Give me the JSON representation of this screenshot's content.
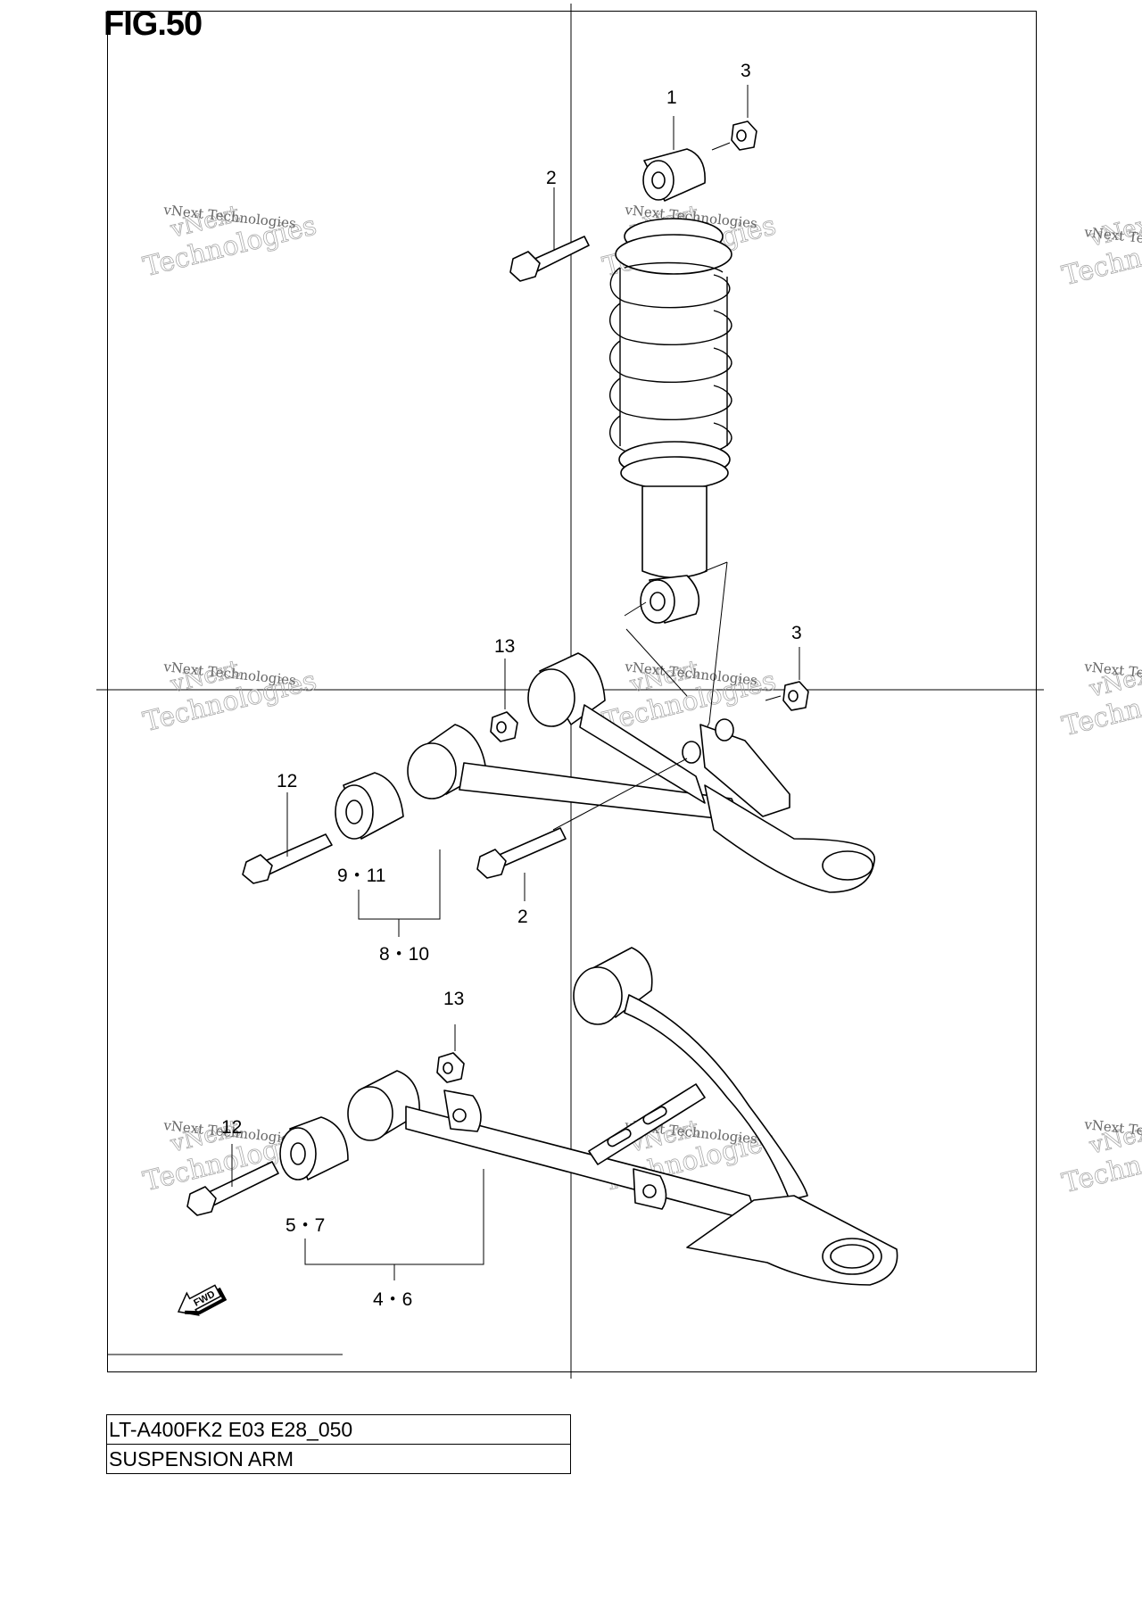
{
  "figure": {
    "title": "FIG.50"
  },
  "callouts": {
    "c1": "1",
    "c2a": "2",
    "c2b": "2",
    "c3a": "3",
    "c3b": "3",
    "c13a": "13",
    "c13b": "13",
    "c12a": "12",
    "c12b": "12",
    "c9_11": "9・11",
    "c8_10": "8・10",
    "c5_7": "5・7",
    "c4_6": "4・6"
  },
  "fwd_label": "FWD",
  "watermark": {
    "line1": "vNext",
    "line2": "Technologies",
    "small": "vNext Technologies"
  },
  "info": {
    "model_code": "LT-A400FK2 E03 E28_050",
    "section": "SUSPENSION ARM"
  }
}
